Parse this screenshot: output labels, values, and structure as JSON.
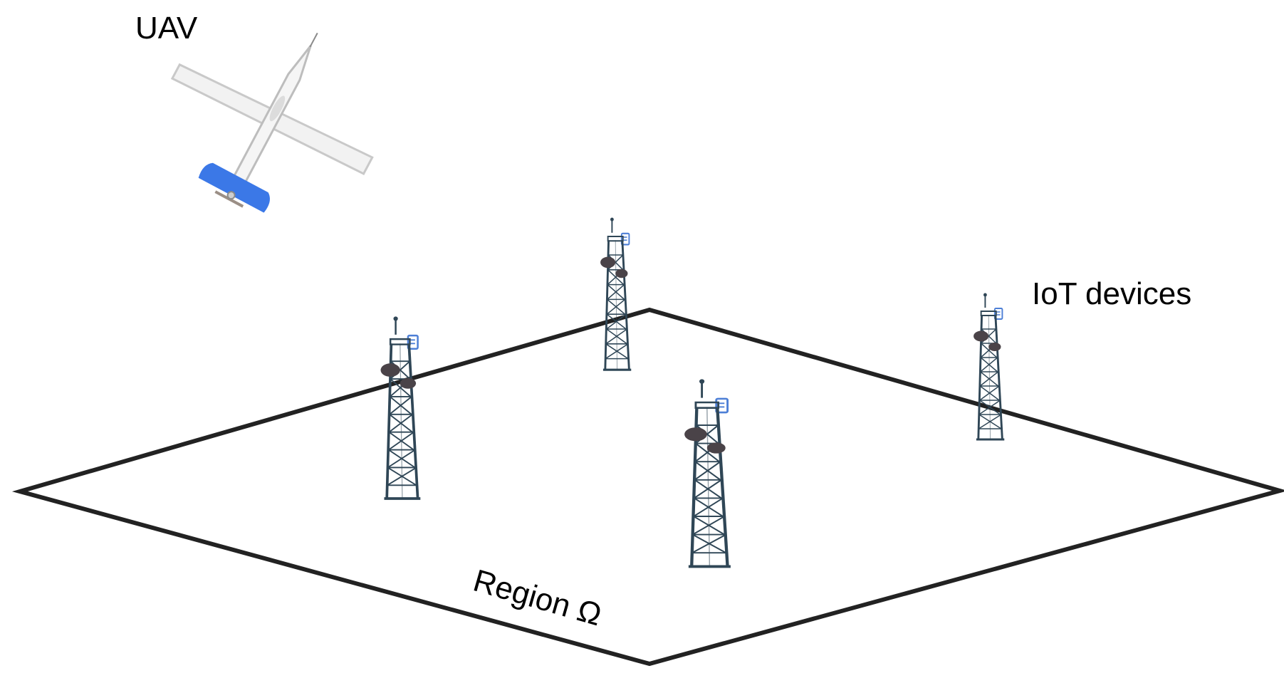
{
  "labels": {
    "uav": "UAV",
    "iot": "IoT devices",
    "region": "Region Ω"
  },
  "colors": {
    "outline": "#222222",
    "tower": "#2f4656",
    "dish": "#4a4348",
    "device_box": "#4d7fd6",
    "uav_body": "#f2f2f2",
    "uav_tail": "#3b78e7"
  },
  "icons": {
    "uav": "fixed-wing-uav-icon",
    "tower": "lattice-tower-icon"
  }
}
